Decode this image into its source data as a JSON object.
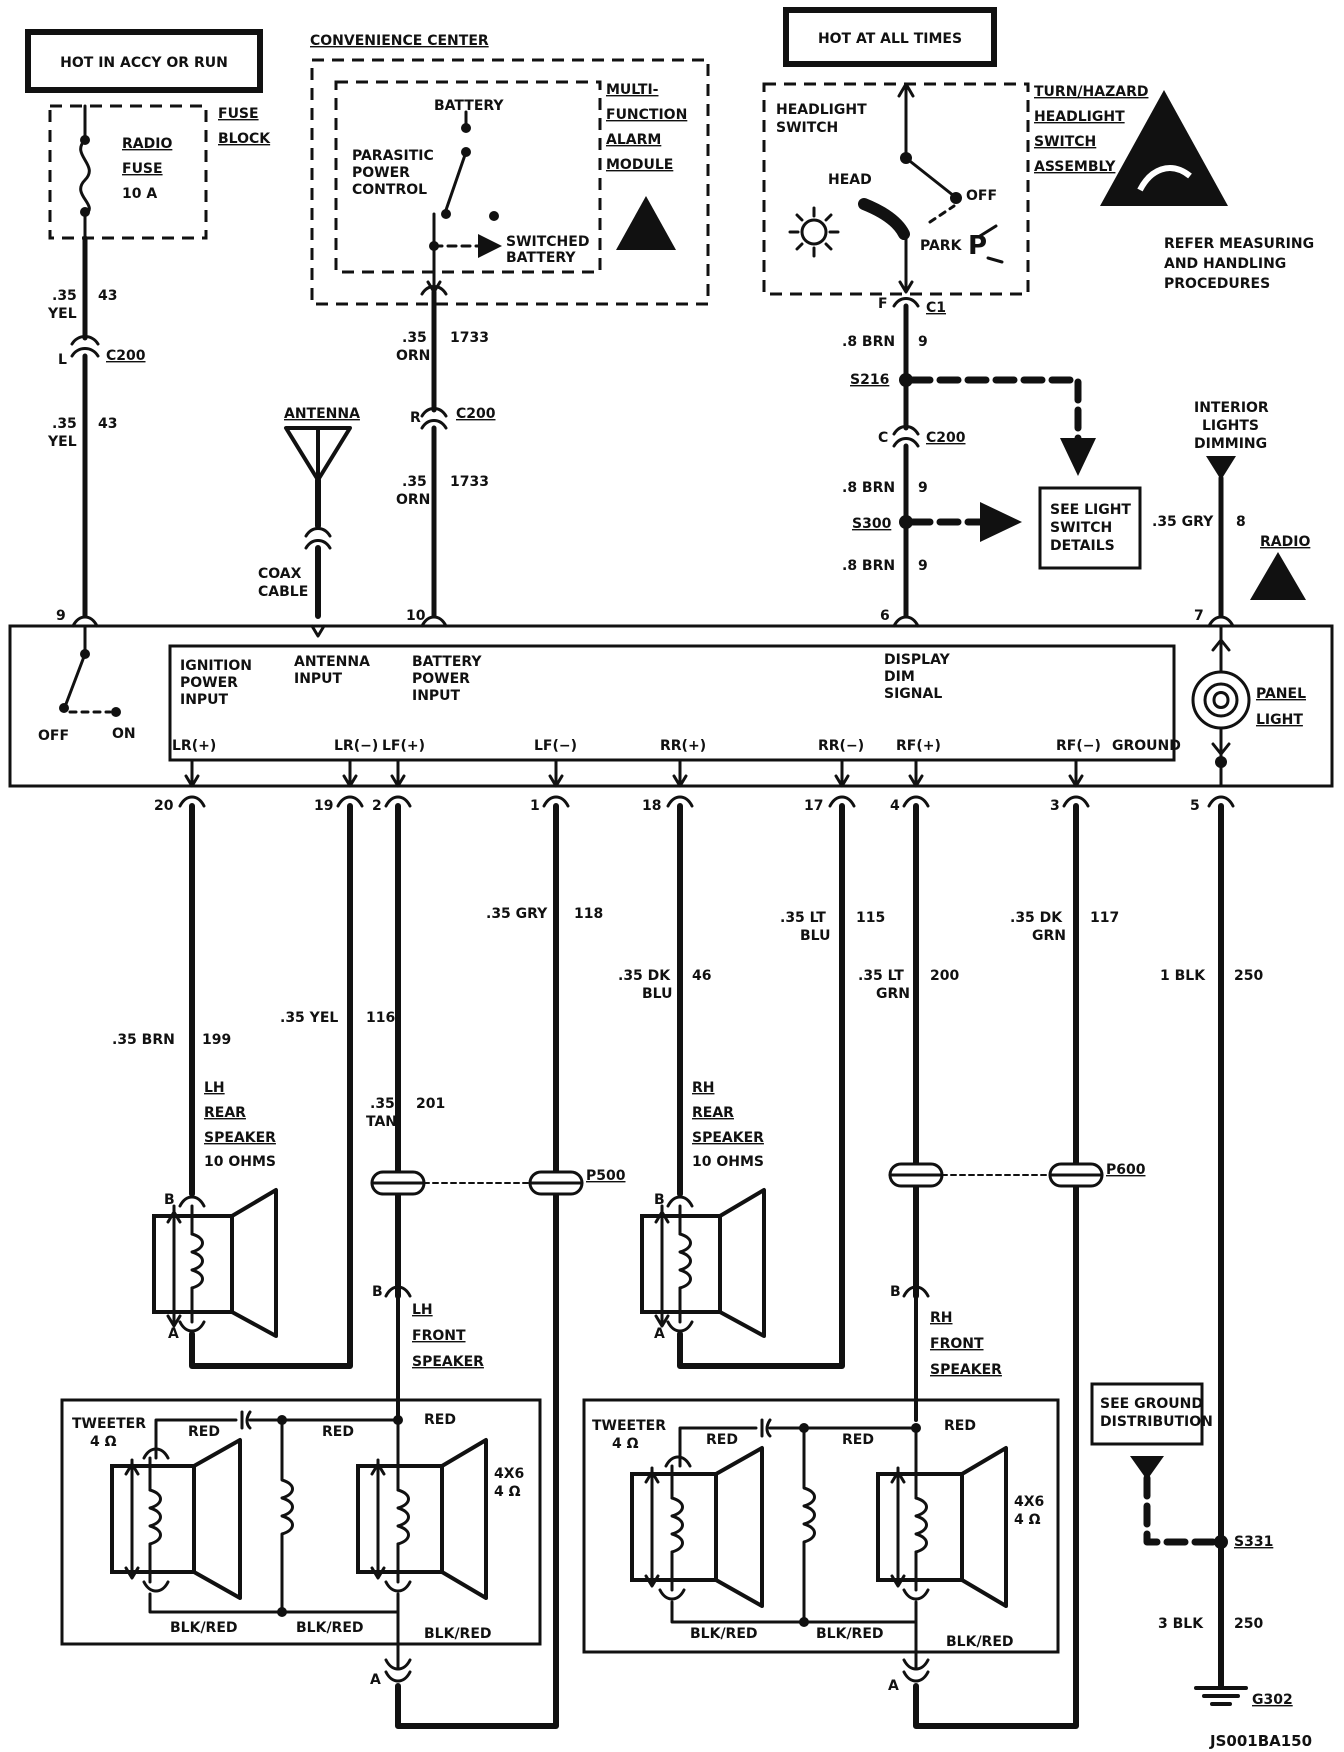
{
  "power_labels": {
    "hot_accy_run": "HOT IN ACCY OR RUN",
    "hot_all_times": "HOT AT ALL TIMES"
  },
  "fuse_block": {
    "title_line1": "FUSE",
    "title_line2": "BLOCK",
    "fuse_line1": "RADIO",
    "fuse_line2": "FUSE",
    "fuse_line3": "10 A"
  },
  "convenience_center": {
    "title": "CONVENIENCE CENTER",
    "battery": "BATTERY",
    "parasitic_line1": "PARASITIC",
    "parasitic_line2": "POWER",
    "parasitic_line3": "CONTROL",
    "switched_line1": "SWITCHED",
    "switched_line2": "BATTERY",
    "module_line1": "MULTI-",
    "module_line2": "FUNCTION",
    "module_line3": "ALARM",
    "module_line4": "MODULE"
  },
  "headlight": {
    "switch_line1": "HEADLIGHT",
    "switch_line2": "SWITCH",
    "head": "HEAD",
    "off": "OFF",
    "park": "PARK",
    "p_glyph": "P",
    "assembly_line1": "TURN/HAZARD",
    "assembly_line2": "HEADLIGHT",
    "assembly_line3": "SWITCH",
    "assembly_line4": "ASSEMBLY"
  },
  "esd_note": {
    "line1": "REFER MEASURING",
    "line2": "AND HANDLING",
    "line3": "PROCEDURES"
  },
  "connectors": {
    "C200": "C200",
    "C1": "C1",
    "L": "L",
    "R": "R",
    "C": "C",
    "F": "F",
    "S216": "S216",
    "S300": "S300",
    "S331": "S331",
    "G302": "G302",
    "P500": "P500",
    "P600": "P600",
    "B": "B",
    "A": "A"
  },
  "top_wires": {
    "yel_size": ".35",
    "yel_color": "YEL",
    "yel_circuit": "43",
    "orn_size": ".35",
    "orn_color": "ORN",
    "orn_circuit": "1733",
    "brn_label": ".8 BRN",
    "brn_circuit": "9",
    "gry_label": ".35 GRY",
    "gry_circuit": "8"
  },
  "antenna": {
    "label": "ANTENNA",
    "coax_line1": "COAX",
    "coax_line2": "CABLE"
  },
  "see_light_switch": {
    "line1": "SEE LIGHT",
    "line2": "SWITCH",
    "line3": "DETAILS"
  },
  "interior_dimming": {
    "line1": "INTERIOR",
    "line2": "LIGHTS",
    "line3": "DIMMING"
  },
  "radio": {
    "label": "RADIO",
    "off": "OFF",
    "on": "ON",
    "ign_line1": "IGNITION",
    "ign_line2": "POWER",
    "ign_line3": "INPUT",
    "ant_line1": "ANTENNA",
    "ant_line2": "INPUT",
    "bat_line1": "BATTERY",
    "bat_line2": "POWER",
    "bat_line3": "INPUT",
    "dim_line1": "DISPLAY",
    "dim_line2": "DIM",
    "dim_line3": "SIGNAL",
    "panel_line1": "PANEL",
    "panel_line2": "LIGHT",
    "pins_top": [
      "9",
      "10",
      "6",
      "7"
    ],
    "outputs": [
      "LR(+)",
      "LR(−)",
      "LF(+)",
      "LF(−)",
      "RR(+)",
      "RR(−)",
      "RF(+)",
      "RF(−)",
      "GROUND"
    ],
    "pins_bottom": [
      "20",
      "19",
      "2",
      "1",
      "18",
      "17",
      "4",
      "3",
      "5"
    ]
  },
  "bottom_wires": [
    {
      "label": ".35 BRN",
      "circuit": "199"
    },
    {
      "label": ".35 YEL",
      "circuit": "116"
    },
    {
      "label_line1": ".35",
      "label_line2": "TAN",
      "circuit": "201"
    },
    {
      "label": ".35 GRY",
      "circuit": "118"
    },
    {
      "label_line1": ".35 DK",
      "label_line2": "BLU",
      "circuit": "46"
    },
    {
      "label_line1": ".35 LT",
      "label_line2": "BLU",
      "circuit": "115"
    },
    {
      "label_line1": ".35 LT",
      "label_line2": "GRN",
      "circuit": "200"
    },
    {
      "label_line1": ".35 DK",
      "label_line2": "GRN",
      "circuit": "117"
    },
    {
      "label": "1 BLK",
      "circuit": "250"
    }
  ],
  "speakers": {
    "lh_rear_line1": "LH",
    "lh_rear_line2": "REAR",
    "lh_rear_line3": "SPEAKER",
    "lh_rear_line4": "10 OHMS",
    "rh_rear_line1": "RH",
    "rh_rear_line2": "REAR",
    "rh_rear_line3": "SPEAKER",
    "rh_rear_line4": "10 OHMS",
    "lh_front_line1": "LH",
    "lh_front_line2": "FRONT",
    "lh_front_line3": "SPEAKER",
    "rh_front_line1": "RH",
    "rh_front_line2": "FRONT",
    "rh_front_line3": "SPEAKER",
    "tweeter": "TWEETER",
    "tweeter_ohm": "4 Ω",
    "woofer_size": "4X6",
    "woofer_ohm": "4 Ω",
    "red": "RED",
    "blkred": "BLK/RED"
  },
  "ground": {
    "see_line1": "SEE GROUND",
    "see_line2": "DISTRIBUTION",
    "blk3": "3 BLK",
    "circuit": "250"
  },
  "figure_id": "JS001BA150"
}
